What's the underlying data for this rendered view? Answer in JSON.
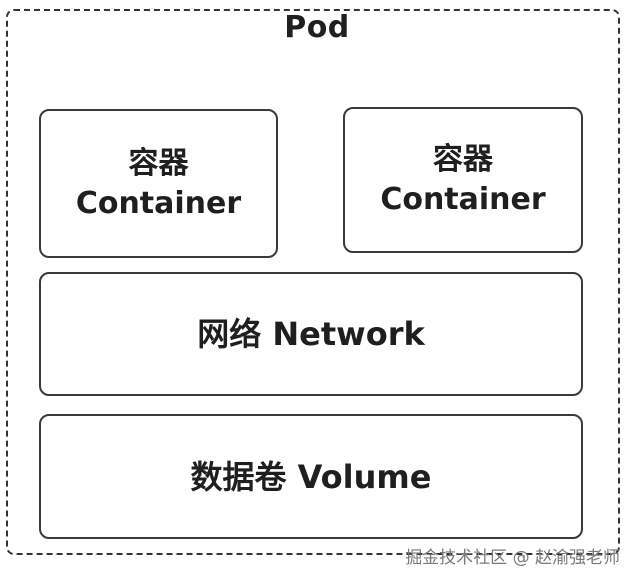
{
  "pod": {
    "title": "Pod"
  },
  "containers": [
    {
      "cn": "容器",
      "en": "Container"
    },
    {
      "cn": "容器",
      "en": "Container"
    }
  ],
  "network": {
    "label": "网络 Network"
  },
  "volume": {
    "label": "数据卷 Volume"
  },
  "watermark": "掘金技术社区 @ 赵渝强老师"
}
